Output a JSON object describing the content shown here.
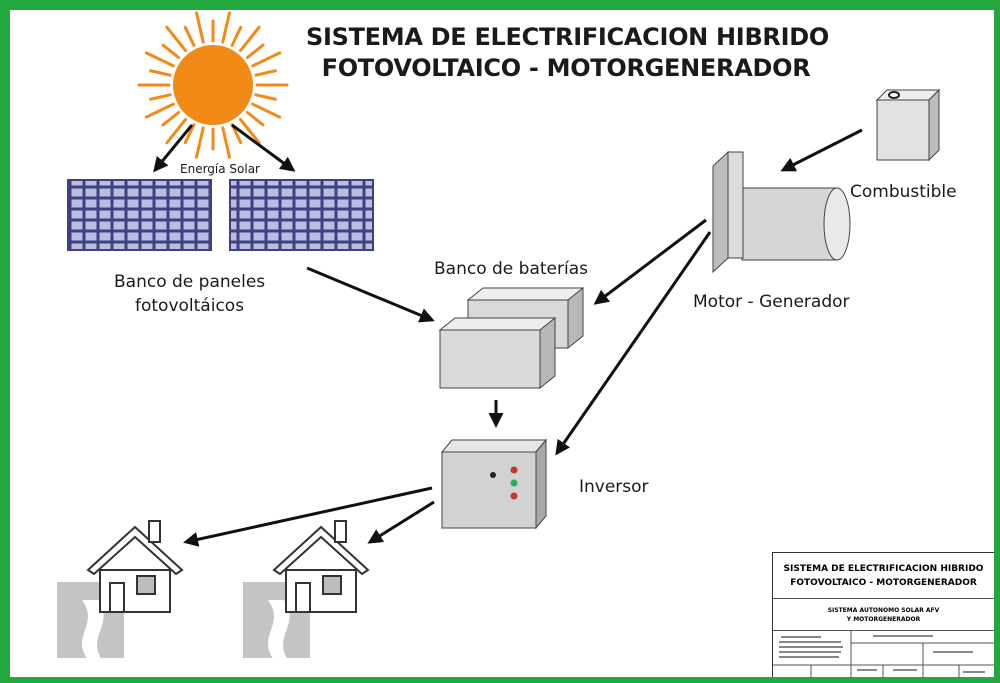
{
  "title": {
    "line1": "SISTEMA DE ELECTRIFICACION HIBRIDO",
    "line2": "FOTOVOLTAICO - MOTORGENERADOR"
  },
  "labels": {
    "energia_solar": "Energía Solar",
    "paneles_line1": "Banco de paneles",
    "paneles_line2": "fotovoltáicos",
    "baterias": "Banco de baterías",
    "motor_generador": "Motor - Generador",
    "combustible": "Combustible",
    "inversor": "Inversor"
  },
  "title_block": {
    "line1": "SISTEMA DE ELECTRIFICACION HIBRIDO",
    "line2": "FOTOVOLTAICO - MOTORGENERADOR",
    "sub1": "SISTEMA AUTONOMO SOLAR AFV",
    "sub2": "Y MOTORGENERADOR"
  },
  "colors": {
    "border": "#22a83f",
    "sun": "#f28a18",
    "panel": "#3f4080",
    "panel_cell": "#b9bde0",
    "battery": "#d9d9d9",
    "led_red": "#c0392b",
    "led_green": "#27ae60"
  },
  "icons": [
    "sun-icon",
    "solar-panel-icon",
    "battery-icon",
    "generator-icon",
    "fuel-tank-icon",
    "inverter-icon",
    "house-icon"
  ]
}
